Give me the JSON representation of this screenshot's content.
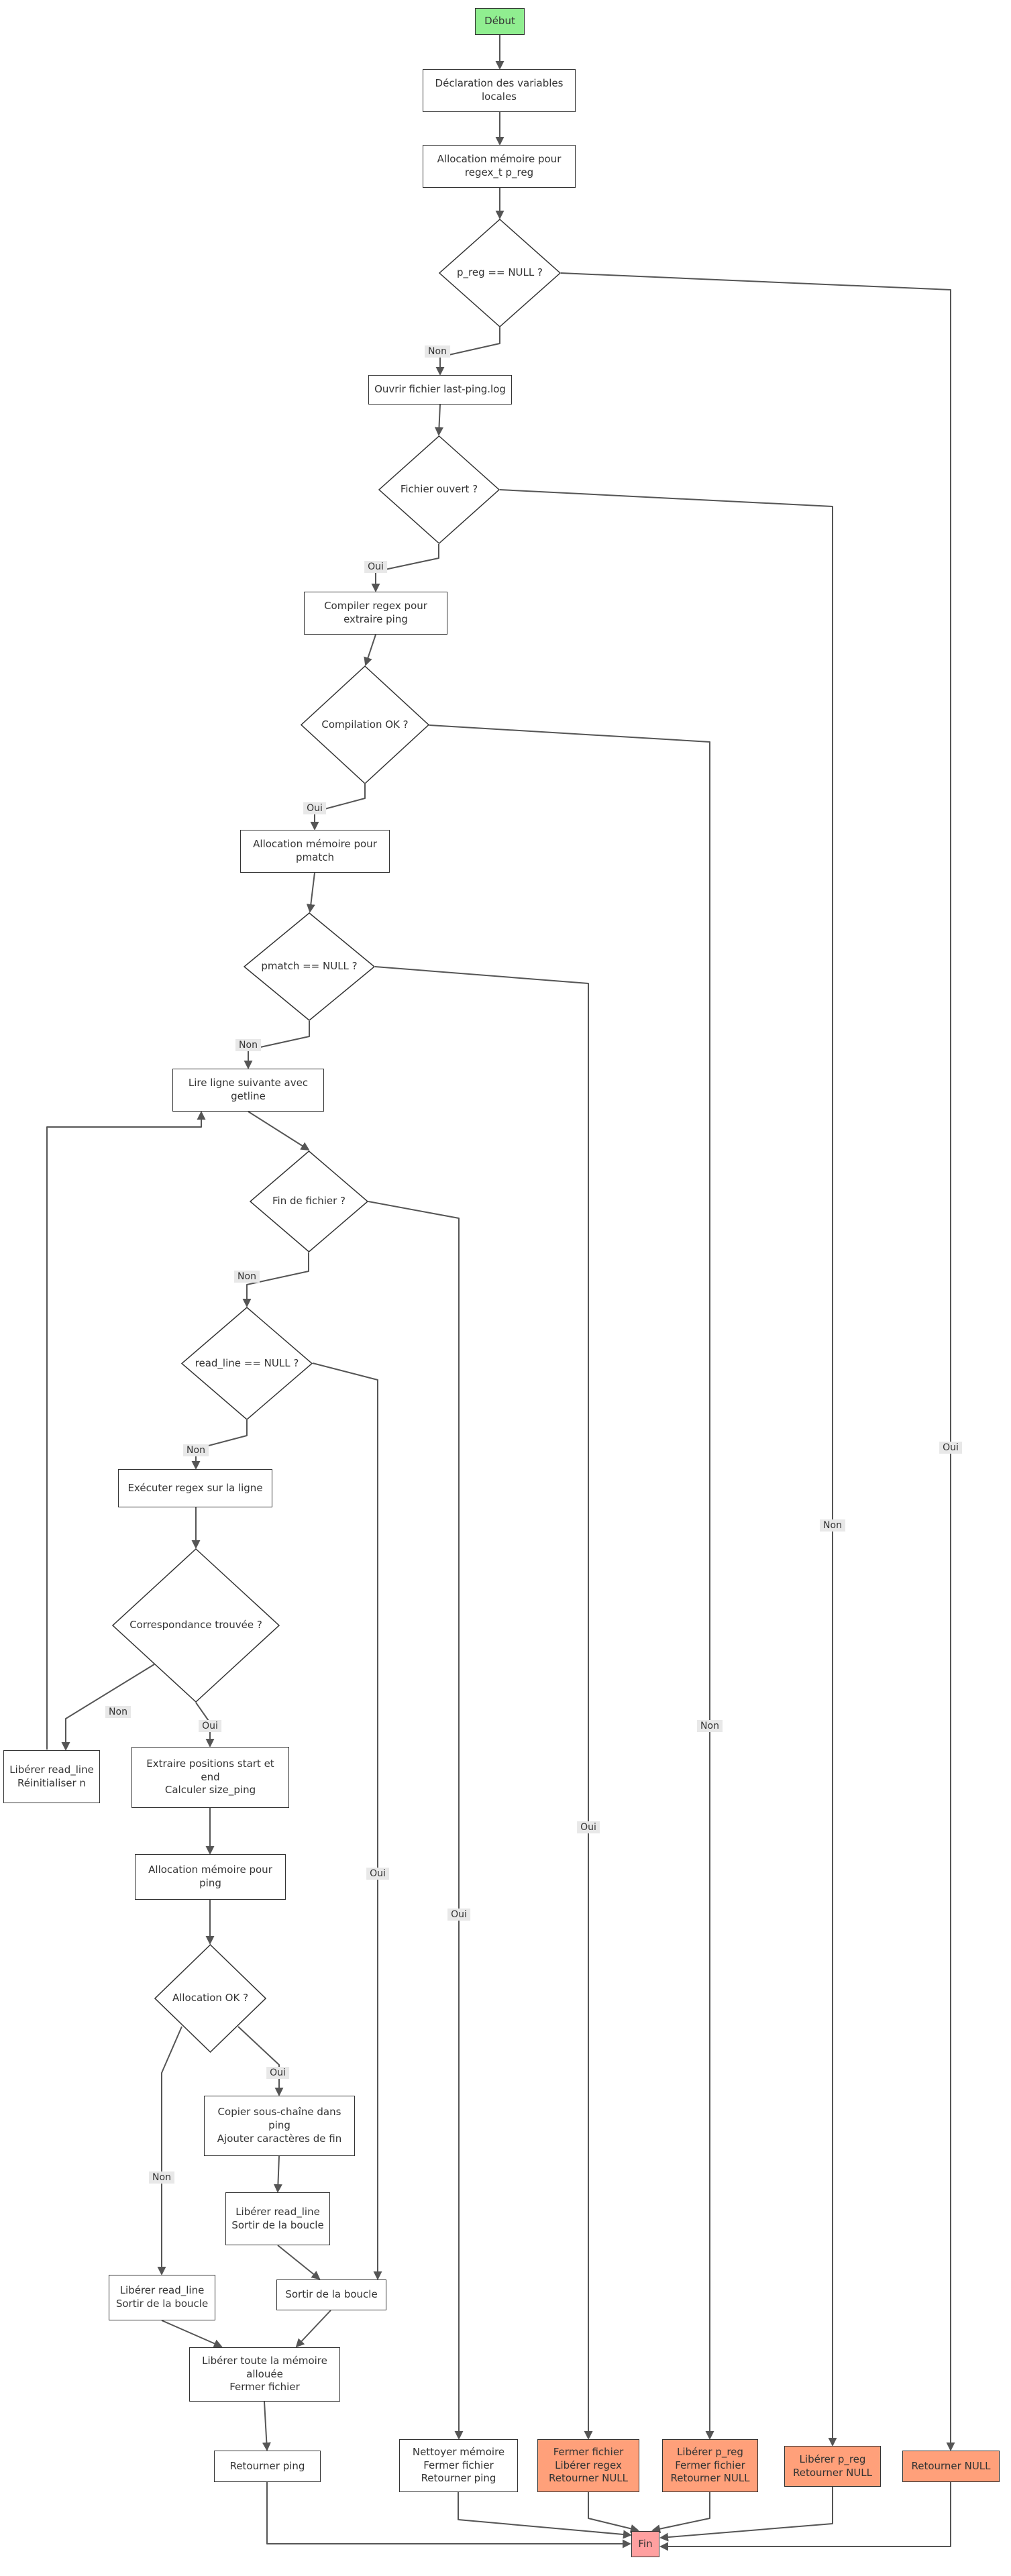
{
  "diagram": {
    "type": "flowchart",
    "language": "fr",
    "colors": {
      "start_fill": "#90EE90",
      "end_fill": "#FFA0A0",
      "error_fill": "#FFA07A",
      "process_fill": "#ffffff",
      "border": "#333333",
      "edge": "#555555",
      "edge_label_bg": "#e8e8e8",
      "text": "#333333"
    },
    "nodes": [
      {
        "id": "start",
        "type": "start",
        "lines": [
          "Début"
        ]
      },
      {
        "id": "declare-vars",
        "type": "process",
        "lines": [
          "Déclaration des variables",
          "locales"
        ]
      },
      {
        "id": "alloc-preg",
        "type": "process",
        "lines": [
          "Allocation mémoire pour",
          "regex_t p_reg"
        ]
      },
      {
        "id": "preg-null",
        "type": "decision",
        "lines": [
          "p_reg == NULL ?"
        ]
      },
      {
        "id": "open-file",
        "type": "process",
        "lines": [
          "Ouvrir fichier last-ping.log"
        ]
      },
      {
        "id": "file-open",
        "type": "decision",
        "lines": [
          "Fichier ouvert ?"
        ]
      },
      {
        "id": "compile-regex",
        "type": "process",
        "lines": [
          "Compiler regex pour",
          "extraire ping"
        ]
      },
      {
        "id": "compile-ok",
        "type": "decision",
        "lines": [
          "Compilation OK ?"
        ]
      },
      {
        "id": "alloc-pmatch",
        "type": "process",
        "lines": [
          "Allocation mémoire pour",
          "pmatch"
        ]
      },
      {
        "id": "pmatch-null",
        "type": "decision",
        "lines": [
          "pmatch == NULL ?"
        ]
      },
      {
        "id": "read-line",
        "type": "process",
        "lines": [
          "Lire ligne suivante avec",
          "getline"
        ]
      },
      {
        "id": "eof",
        "type": "decision",
        "lines": [
          "Fin de fichier ?"
        ]
      },
      {
        "id": "readline-null",
        "type": "decision",
        "lines": [
          "read_line == NULL ?"
        ]
      },
      {
        "id": "exec-regex",
        "type": "process",
        "lines": [
          "Exécuter regex sur la ligne"
        ]
      },
      {
        "id": "match-found",
        "type": "decision",
        "lines": [
          "Correspondance trouvée ?"
        ]
      },
      {
        "id": "free-reset",
        "type": "process",
        "lines": [
          "Libérer read_line",
          "Réinitialiser n"
        ]
      },
      {
        "id": "extract-pos",
        "type": "process",
        "lines": [
          "Extraire positions start et",
          "end",
          "Calculer size_ping"
        ]
      },
      {
        "id": "alloc-ping",
        "type": "process",
        "lines": [
          "Allocation mémoire pour",
          "ping"
        ]
      },
      {
        "id": "alloc-ok",
        "type": "decision",
        "lines": [
          "Allocation OK ?"
        ]
      },
      {
        "id": "copy-substr",
        "type": "process",
        "lines": [
          "Copier sous-chaîne dans",
          "ping",
          "Ajouter caractères de fin"
        ]
      },
      {
        "id": "free-exit-copy",
        "type": "process",
        "lines": [
          "Libérer read_line",
          "Sortir de la boucle"
        ]
      },
      {
        "id": "free-exit-alloc",
        "type": "process",
        "lines": [
          "Libérer read_line",
          "Sortir de la boucle"
        ]
      },
      {
        "id": "exit-loop",
        "type": "process",
        "lines": [
          "Sortir de la boucle"
        ]
      },
      {
        "id": "free-all",
        "type": "process",
        "lines": [
          "Libérer toute la mémoire",
          "allouée",
          "Fermer fichier"
        ]
      },
      {
        "id": "return-ping",
        "type": "process",
        "lines": [
          "Retourner ping"
        ]
      },
      {
        "id": "cleanup-return-ping",
        "type": "process",
        "lines": [
          "Nettoyer mémoire",
          "Fermer fichier",
          "Retourner ping"
        ]
      },
      {
        "id": "err-pmatch",
        "type": "error",
        "lines": [
          "Fermer fichier",
          "Libérer regex",
          "Retourner NULL"
        ]
      },
      {
        "id": "err-compile",
        "type": "error",
        "lines": [
          "Libérer p_reg",
          "Fermer fichier",
          "Retourner NULL"
        ]
      },
      {
        "id": "err-file",
        "type": "error",
        "lines": [
          "Libérer p_reg",
          "Retourner NULL"
        ]
      },
      {
        "id": "err-preg",
        "type": "error",
        "lines": [
          "Retourner NULL"
        ]
      },
      {
        "id": "end",
        "type": "end",
        "lines": [
          "Fin"
        ]
      }
    ],
    "edges": [
      {
        "from": "start",
        "to": "declare-vars",
        "label": ""
      },
      {
        "from": "declare-vars",
        "to": "alloc-preg",
        "label": ""
      },
      {
        "from": "alloc-preg",
        "to": "preg-null",
        "label": ""
      },
      {
        "from": "preg-null",
        "to": "open-file",
        "label": "Non"
      },
      {
        "from": "preg-null",
        "to": "err-preg",
        "label": "Oui"
      },
      {
        "from": "open-file",
        "to": "file-open",
        "label": ""
      },
      {
        "from": "file-open",
        "to": "compile-regex",
        "label": "Oui"
      },
      {
        "from": "file-open",
        "to": "err-file",
        "label": "Non"
      },
      {
        "from": "compile-regex",
        "to": "compile-ok",
        "label": ""
      },
      {
        "from": "compile-ok",
        "to": "alloc-pmatch",
        "label": "Oui"
      },
      {
        "from": "compile-ok",
        "to": "err-compile",
        "label": "Non"
      },
      {
        "from": "alloc-pmatch",
        "to": "pmatch-null",
        "label": ""
      },
      {
        "from": "pmatch-null",
        "to": "read-line",
        "label": "Non"
      },
      {
        "from": "pmatch-null",
        "to": "err-pmatch",
        "label": "Oui"
      },
      {
        "from": "read-line",
        "to": "eof",
        "label": ""
      },
      {
        "from": "eof",
        "to": "readline-null",
        "label": "Non"
      },
      {
        "from": "eof",
        "to": "cleanup-return-ping",
        "label": "Oui"
      },
      {
        "from": "readline-null",
        "to": "exec-regex",
        "label": "Non"
      },
      {
        "from": "readline-null",
        "to": "exit-loop",
        "label": "Oui"
      },
      {
        "from": "exec-regex",
        "to": "match-found",
        "label": ""
      },
      {
        "from": "match-found",
        "to": "free-reset",
        "label": "Non"
      },
      {
        "from": "free-reset",
        "to": "read-line",
        "label": ""
      },
      {
        "from": "match-found",
        "to": "extract-pos",
        "label": "Oui"
      },
      {
        "from": "extract-pos",
        "to": "alloc-ping",
        "label": ""
      },
      {
        "from": "alloc-ping",
        "to": "alloc-ok",
        "label": ""
      },
      {
        "from": "alloc-ok",
        "to": "copy-substr",
        "label": "Oui"
      },
      {
        "from": "alloc-ok",
        "to": "free-exit-alloc",
        "label": "Non"
      },
      {
        "from": "copy-substr",
        "to": "free-exit-copy",
        "label": ""
      },
      {
        "from": "free-exit-copy",
        "to": "exit-loop",
        "label": ""
      },
      {
        "from": "free-exit-alloc",
        "to": "free-all",
        "label": ""
      },
      {
        "from": "exit-loop",
        "to": "free-all",
        "label": ""
      },
      {
        "from": "free-all",
        "to": "return-ping",
        "label": ""
      },
      {
        "from": "return-ping",
        "to": "end",
        "label": ""
      },
      {
        "from": "cleanup-return-ping",
        "to": "end",
        "label": ""
      },
      {
        "from": "err-pmatch",
        "to": "end",
        "label": ""
      },
      {
        "from": "err-compile",
        "to": "end",
        "label": ""
      },
      {
        "from": "err-file",
        "to": "end",
        "label": ""
      },
      {
        "from": "err-preg",
        "to": "end",
        "label": ""
      }
    ]
  }
}
